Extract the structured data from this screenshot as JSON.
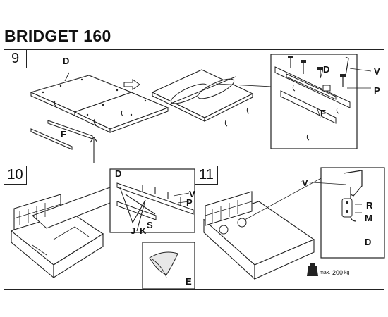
{
  "title": "BRIDGET 160",
  "steps": [
    {
      "number": "9",
      "labels": {
        "d1": "D",
        "f1": "F",
        "d2": "D",
        "f2": "F",
        "v": "V",
        "p": "P"
      }
    },
    {
      "number": "10",
      "labels": {
        "d": "D",
        "v": "V",
        "p": "P",
        "j": "J",
        "k": "K",
        "s": "S",
        "e": "E"
      }
    },
    {
      "number": "11",
      "labels": {
        "v": "V",
        "r": "R",
        "m": "M",
        "d": "D"
      },
      "weight_note": {
        "prefix": "max.",
        "value": "200",
        "unit": "kg"
      }
    }
  ]
}
